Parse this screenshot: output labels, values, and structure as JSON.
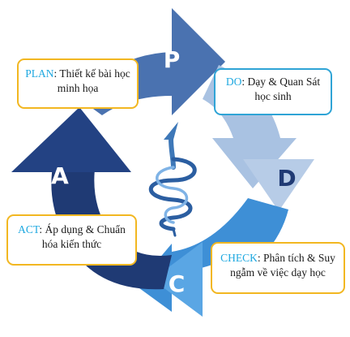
{
  "colors": {
    "plan": "#4a72b0",
    "do": "#a9c2e2",
    "check": "#3e8fd6",
    "act": "#1f3a74",
    "label_blue": "#1ea8e0",
    "box_yellow": "#f2b721",
    "box_teal": "#2fa4d6"
  },
  "stages": {
    "plan": {
      "letter": "P",
      "key": "PLAN",
      "text": ": Thiết kế bài học minh họa"
    },
    "do": {
      "letter": "D",
      "key": "DO",
      "text": ": Dạy & Quan Sát học sinh"
    },
    "check": {
      "letter": "C",
      "key": "CHECK",
      "text": ": Phân tích & Suy ngẫm về việc dạy học"
    },
    "act": {
      "letter": "A",
      "key": "ACT",
      "text": ": Áp dụng & Chuẩn hóa kiến thức"
    }
  },
  "center_icon": "spiral-arrow-icon"
}
